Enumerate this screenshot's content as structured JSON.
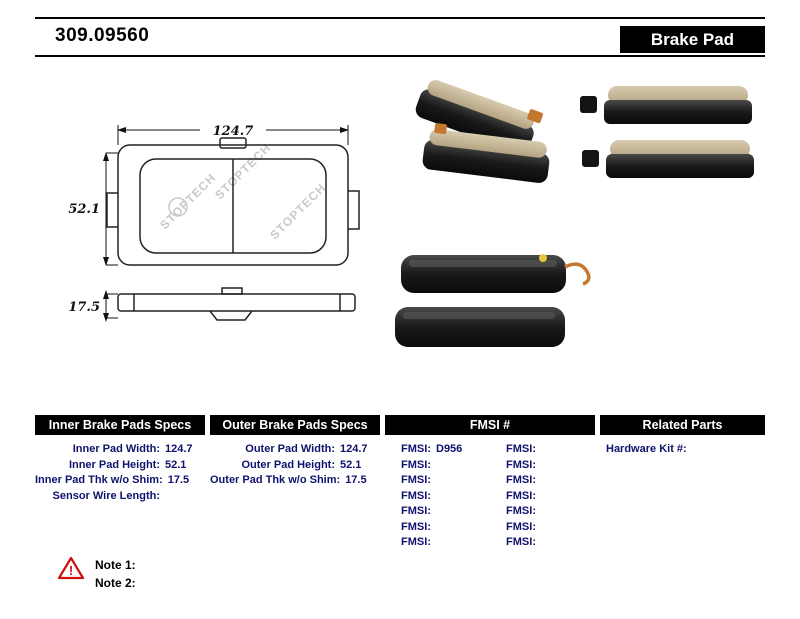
{
  "header": {
    "part_number": "309.09560",
    "product_type": "Brake Pad"
  },
  "diagram": {
    "width_dim": "124.7",
    "height_dim": "52.1",
    "thickness_dim": "17.5",
    "watermark": "STOPTECH"
  },
  "table": {
    "inner": {
      "header": "Inner Brake Pads Specs",
      "rows": [
        {
          "label": "Inner Pad Width:",
          "value": "124.7"
        },
        {
          "label": "Inner Pad Height:",
          "value": "52.1"
        },
        {
          "label": "Inner Pad Thk w/o Shim:",
          "value": "17.5"
        },
        {
          "label": "Sensor Wire Length:",
          "value": ""
        }
      ]
    },
    "outer": {
      "header": "Outer Brake Pads Specs",
      "rows": [
        {
          "label": "Outer Pad Width:",
          "value": "124.7"
        },
        {
          "label": "Outer Pad Height:",
          "value": "52.1"
        },
        {
          "label": "Outer Pad Thk w/o Shim:",
          "value": "17.5"
        }
      ]
    },
    "fmsi": {
      "header": "FMSI #",
      "left": [
        {
          "label": "FMSI:",
          "value": "D956"
        },
        {
          "label": "FMSI:",
          "value": ""
        },
        {
          "label": "FMSI:",
          "value": ""
        },
        {
          "label": "FMSI:",
          "value": ""
        },
        {
          "label": "FMSI:",
          "value": ""
        },
        {
          "label": "FMSI:",
          "value": ""
        },
        {
          "label": "FMSI:",
          "value": ""
        }
      ],
      "right": [
        {
          "label": "FMSI:",
          "value": ""
        },
        {
          "label": "FMSI:",
          "value": ""
        },
        {
          "label": "FMSI:",
          "value": ""
        },
        {
          "label": "FMSI:",
          "value": ""
        },
        {
          "label": "FMSI:",
          "value": ""
        },
        {
          "label": "FMSI:",
          "value": ""
        },
        {
          "label": "FMSI:",
          "value": ""
        }
      ]
    },
    "related": {
      "header": "Related Parts",
      "rows": [
        {
          "label": "Hardware Kit #:",
          "value": ""
        }
      ]
    }
  },
  "notes": {
    "warning_mark": "!",
    "items": [
      {
        "label": "Note 1:",
        "text": ""
      },
      {
        "label": "Note 2:",
        "text": ""
      }
    ]
  },
  "colors": {
    "header_bg": "#000000",
    "spec_text": "#11116e",
    "warning": "#cc1111",
    "friction_tan": "#cbbd9c",
    "copper": "#c2782f"
  }
}
